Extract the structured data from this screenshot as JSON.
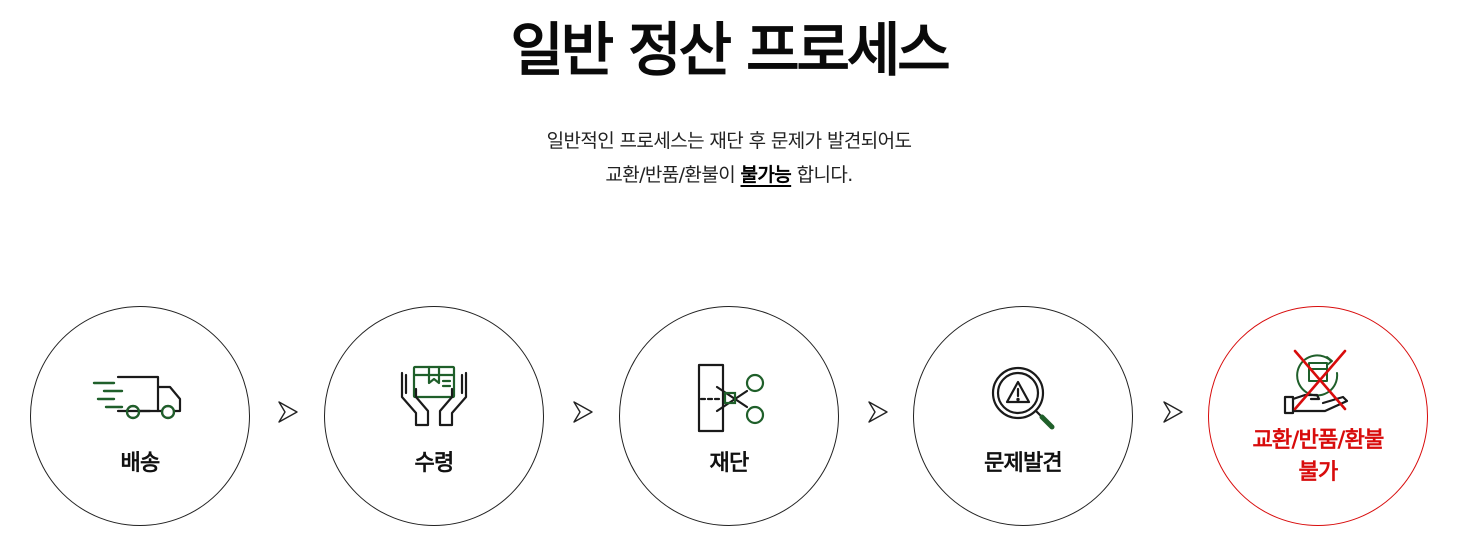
{
  "title": "일반 정산 프로세스",
  "description": {
    "line1": "일반적인 프로세스는 재단 후 문제가 발견되어도",
    "line2_pre": "교환/반품/환불이 ",
    "line2_em": "불가능",
    "line2_post": " 합니다."
  },
  "steps": [
    {
      "label": "배송",
      "icon": "delivery-truck-icon"
    },
    {
      "label": "수령",
      "icon": "box-in-hands-icon"
    },
    {
      "label": "재단",
      "icon": "scissors-cutting-icon"
    },
    {
      "label": "문제발견",
      "icon": "magnifier-warning-icon"
    },
    {
      "label": "교환/반품/환불",
      "label2": "불가",
      "icon": "no-refund-icon"
    }
  ],
  "colors": {
    "accent_green": "#1f5f2a",
    "warning_red": "#d80c0c",
    "text": "#111111"
  }
}
